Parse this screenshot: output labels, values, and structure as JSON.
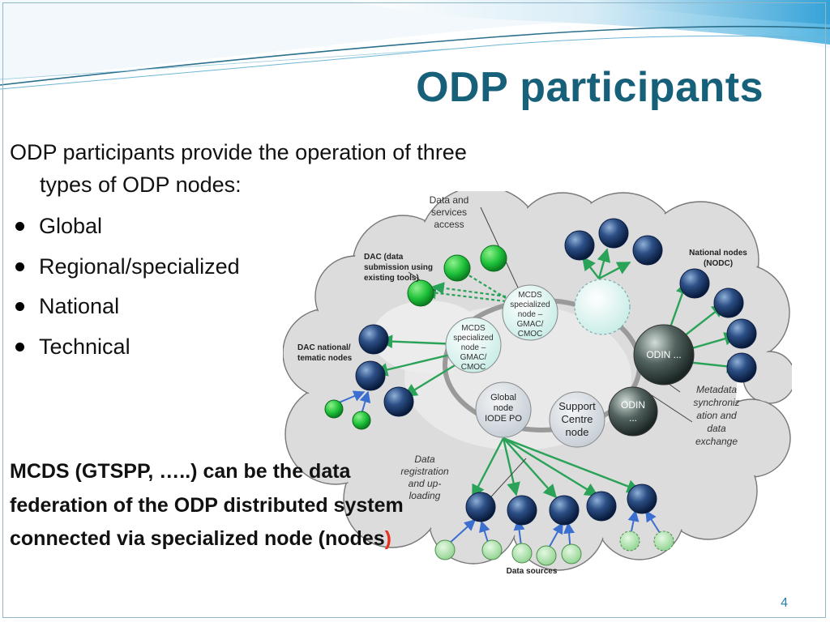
{
  "slide": {
    "title": "ODP participants",
    "intro": {
      "line1": "ODP participants provide the operation of three",
      "line2": "types of ODP nodes:"
    },
    "bullets": [
      "Global",
      "Regional/specialized",
      "National",
      "Technical"
    ],
    "note": {
      "text": "MCDS (GTSPP, …..) can be the data federation of the ODP distributed system connected via specialized node (nodes",
      "closing": ")"
    },
    "page_number": "4"
  },
  "diagram": {
    "mcds_node_upper": [
      "MCDS",
      "specialized",
      "node –",
      "GMAC/",
      "CMOC"
    ],
    "mcds_node_lower": [
      "MCDS",
      "specialized",
      "node –",
      "GMAC/",
      "CMOC"
    ],
    "global_node": [
      "Global",
      "node",
      "IODE PO"
    ],
    "support_node": [
      "Support",
      "Centre",
      "node"
    ],
    "odin_large": "ODIN ...",
    "odin_small": [
      "ODIN",
      "..."
    ],
    "labels": {
      "data_access": [
        "Data and",
        "services",
        "access"
      ],
      "dac_tools": [
        "DAC (data",
        "submission using",
        "existing tools)"
      ],
      "dac_national": [
        "DAC national/",
        "tematic nodes"
      ],
      "national_nodes": [
        "National nodes",
        "(NODC)"
      ],
      "metadata": [
        "Metadata",
        "synchroniz",
        "ation and",
        "data",
        "exchange"
      ],
      "registration": [
        "Data",
        "registration",
        "and up-",
        "loading"
      ],
      "data_sources": "Data sources"
    },
    "colors": {
      "title": "#17607a",
      "node_navy": "#2c4f86",
      "node_green": "#1ec23a",
      "arrow_green": "#2aa257",
      "arrow_blue": "#3a6fd0",
      "note_paren": "#e8321e"
    }
  }
}
